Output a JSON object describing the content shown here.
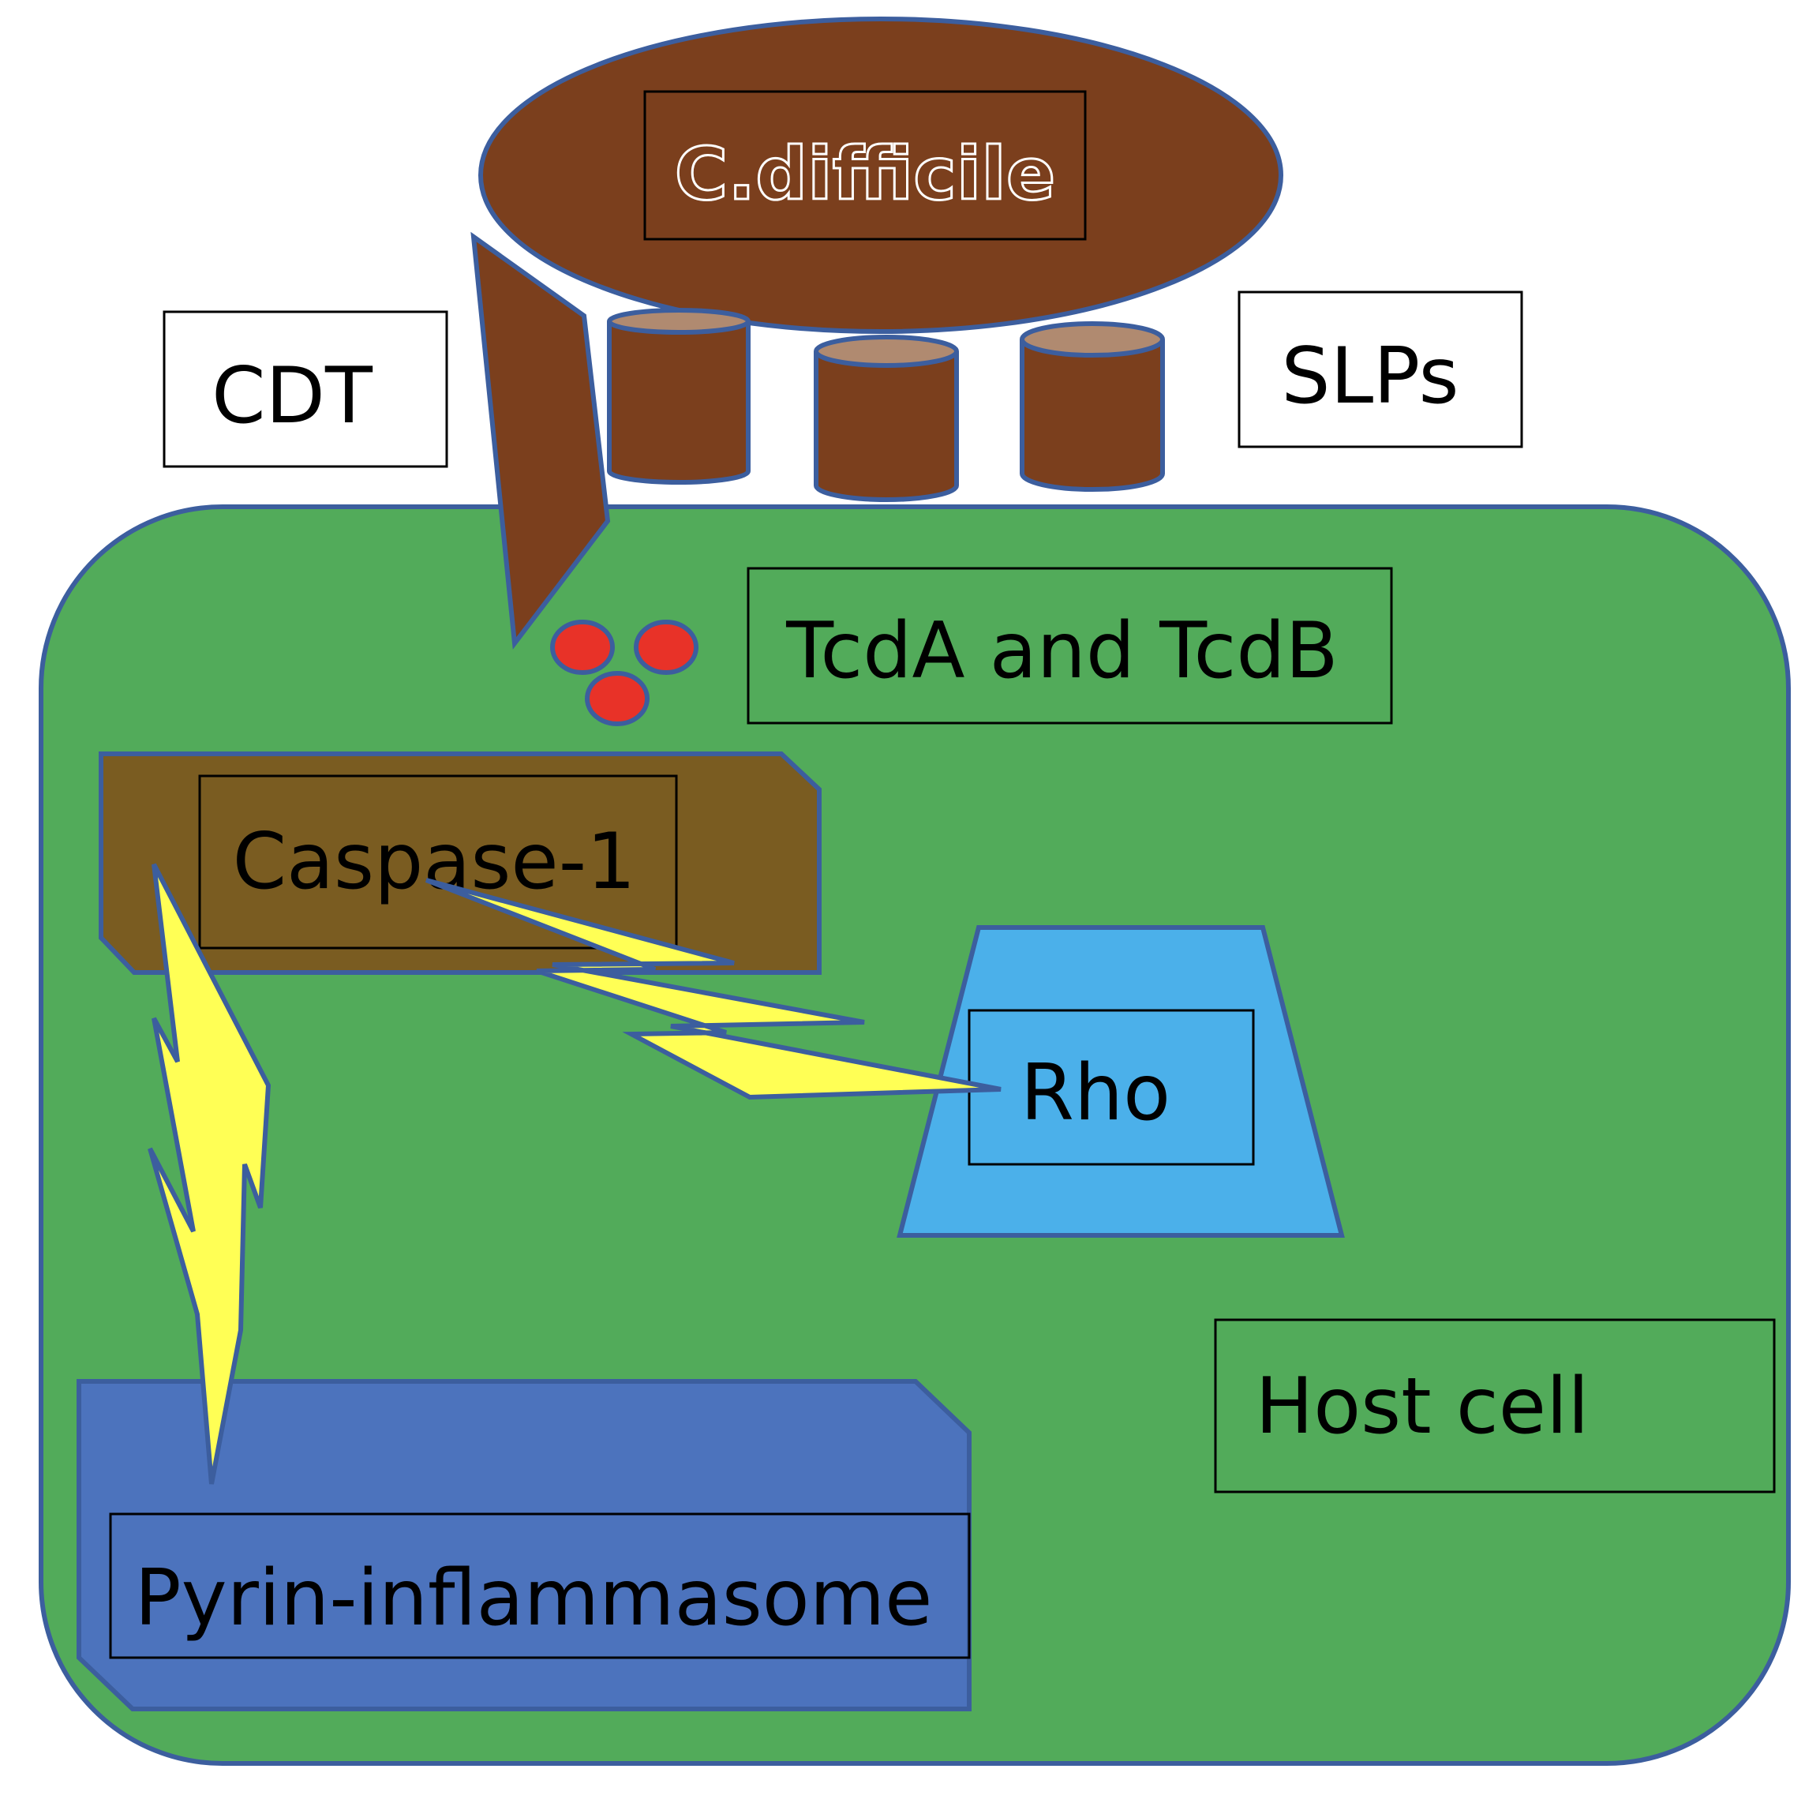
{
  "labels": {
    "bacterium": "C.difficile",
    "cdt": "CDT",
    "slps": "SLPs",
    "toxins": "TcdA and TcdB",
    "caspase": "Caspase-1",
    "rho": "Rho",
    "host": "Host cell",
    "pyrin": "Pyrin-inflammasome"
  },
  "colors": {
    "host_cell": "#52ab5a",
    "outline": "#3c5e9e",
    "bacterium": "#7b3f1d",
    "slp_top": "#b08a70",
    "caspase": "#7a5c21",
    "rho": "#4bb0ea",
    "pyrin": "#4c73bd",
    "lightning": "#ffff55",
    "toxin_dots": "#e83228"
  },
  "icons": [
    "bacterium-ellipse",
    "cdt-toxin-shape",
    "slp-cylinder",
    "toxin-dot",
    "lightning-bolt",
    "rho-trapezoid"
  ]
}
